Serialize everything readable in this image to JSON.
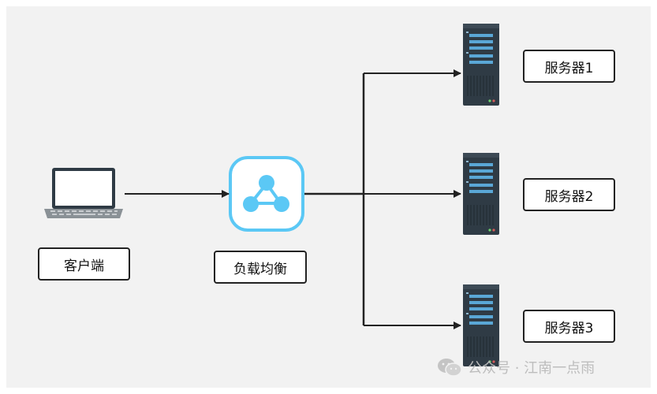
{
  "nodes": {
    "client": {
      "label": "客户端",
      "icon": "laptop-icon"
    },
    "load_balancer": {
      "label": "负载均衡",
      "icon": "load-balancer-icon"
    },
    "servers": [
      {
        "label": "服务器1",
        "icon": "server-icon"
      },
      {
        "label": "服务器2",
        "icon": "server-icon"
      },
      {
        "label": "服务器3",
        "icon": "server-icon"
      }
    ]
  },
  "watermark": {
    "text": "公众号 · 江南一点雨",
    "icon": "wechat-icon"
  },
  "colors": {
    "background": "#f2f2f2",
    "arrow": "#222222",
    "lb_accent": "#5bc8f5",
    "server_body": "#2f3b45",
    "server_highlight": "#5aa7d6"
  }
}
